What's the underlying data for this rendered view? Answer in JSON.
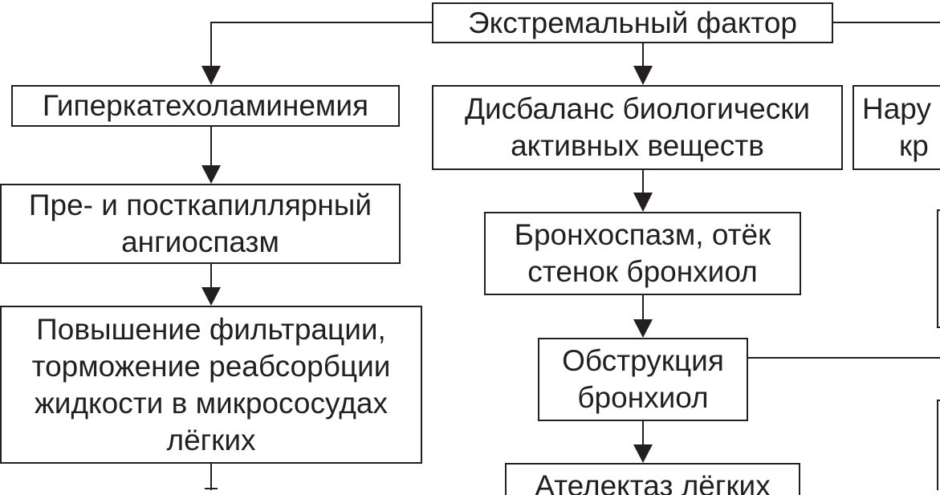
{
  "colors": {
    "ink": "#231f20",
    "background": "#ffffff"
  },
  "boxes": {
    "extreme_factor": {
      "lines": [
        "Экстремальный фактор"
      ]
    },
    "hypercatecholaminemia": {
      "lines": [
        "Гиперкатехоламинемия"
      ]
    },
    "imbalance": {
      "lines": [
        "Дисбаланс биологически",
        "активных веществ"
      ]
    },
    "disorder": {
      "lines": [
        "Нару",
        "кр"
      ]
    },
    "angiospasm": {
      "lines": [
        "Пре- и посткапиллярный",
        "ангиоспазм"
      ]
    },
    "bronchospasm": {
      "lines": [
        "Бронхоспазм, отёк",
        "стенок бронхиол"
      ]
    },
    "filtration": {
      "lines": [
        "Повышение фильтрации,",
        "торможение реабсорбции",
        "жидкости в микрососудах",
        "лёгких"
      ]
    },
    "obstruction": {
      "lines": [
        "Обструкция",
        "бронхиол"
      ]
    },
    "atelectasis": {
      "lines": [
        "Ателектаз лёгких"
      ]
    }
  }
}
